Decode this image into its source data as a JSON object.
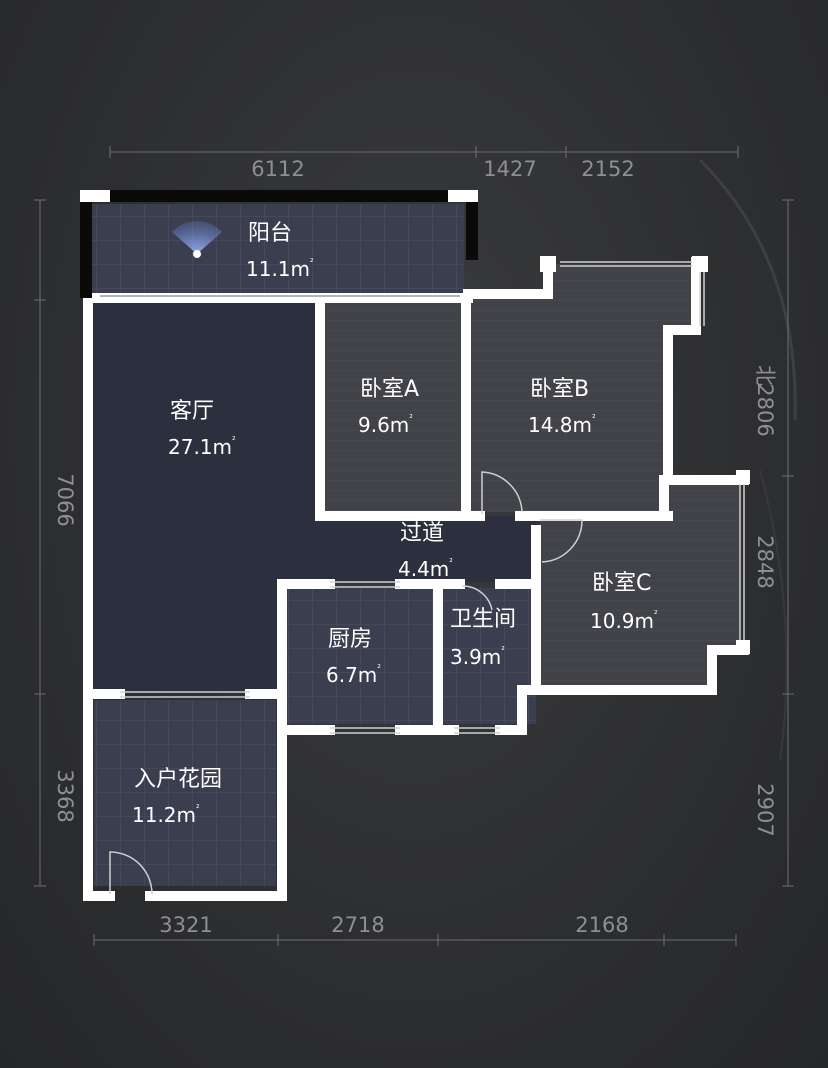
{
  "floorplan": {
    "compass": {
      "label": "北"
    },
    "dims": {
      "top": [
        "6112",
        "1427",
        "2152"
      ],
      "bottom": [
        "3321",
        "2718",
        "2168"
      ],
      "left": [
        "7066",
        "3368"
      ],
      "right": [
        "2806",
        "2848",
        "2907"
      ]
    },
    "rooms": [
      {
        "name": "阳台",
        "area": "11.1m",
        "unit": "²"
      },
      {
        "name": "客厅",
        "area": "27.1m",
        "unit": "²"
      },
      {
        "name": "卧室A",
        "area": "9.6m",
        "unit": "²"
      },
      {
        "name": "卧室B",
        "area": "14.8m",
        "unit": "²"
      },
      {
        "name": "过道",
        "area": "4.4m",
        "unit": "²"
      },
      {
        "name": "卧室C",
        "area": "10.9m",
        "unit": "²"
      },
      {
        "name": "厨房",
        "area": "6.7m",
        "unit": "²"
      },
      {
        "name": "卫生间",
        "area": "3.9m",
        "unit": "²"
      },
      {
        "name": "入户花园",
        "area": "11.2m",
        "unit": "²"
      }
    ],
    "colors": {
      "wall": "#ffffff",
      "room_floor": "#3a3e4e",
      "living_floor": "#2d3040",
      "wood_floor": "#414349",
      "background": "#2e2f31"
    }
  }
}
